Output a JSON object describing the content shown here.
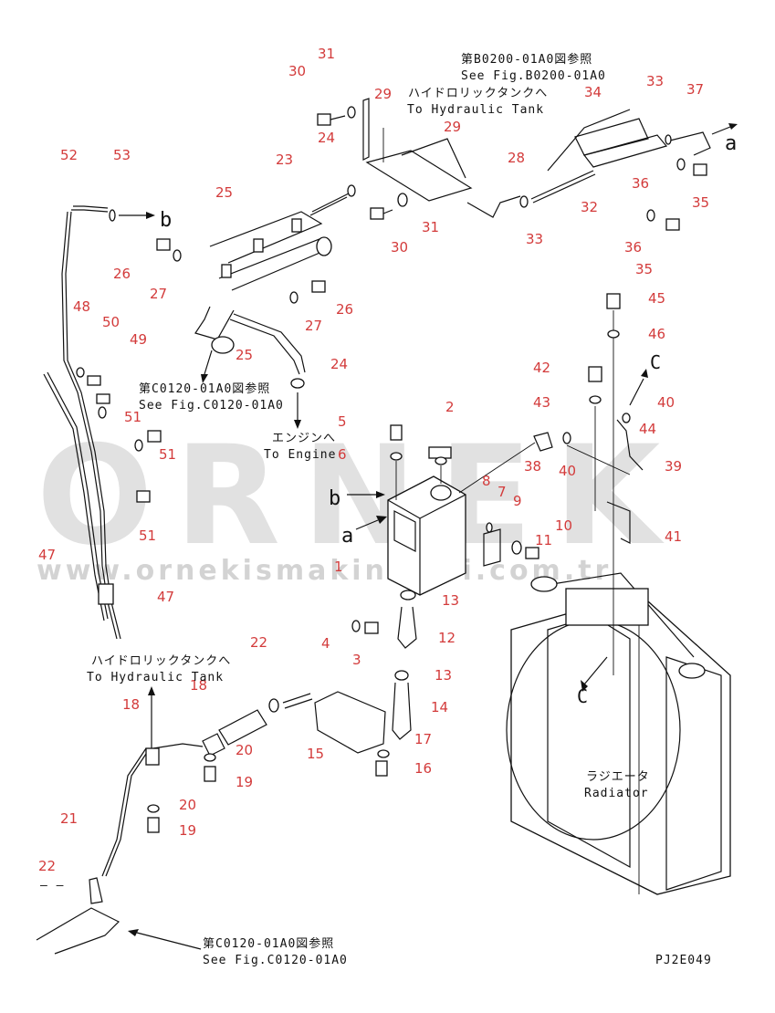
{
  "watermark": {
    "brand": "ORNEK",
    "url": "www.ornekismakinalari.com.tr"
  },
  "drawing_code": "PJ2E049",
  "notes": {
    "ref_b0200_jp": "第B0200-01A0図参照",
    "ref_b0200_en": "See Fig.B0200-01A0",
    "to_tank_jp_top": "ハイドロリックタンクへ",
    "to_tank_en_top": "To Hydraulic Tank",
    "ref_c0120_jp_mid": "第C0120-01A0図参照",
    "ref_c0120_en_mid": "See Fig.C0120-01A0",
    "to_engine_jp": "エンジンへ",
    "to_engine_en": "To Engine",
    "to_tank_jp_left": "ハイドロリックタンクへ",
    "to_tank_en_left": "To Hydraulic Tank",
    "radiator_jp": "ラジエータ",
    "radiator_en": "Radiator",
    "ref_c0120_jp_bot": "第C0120-01A0図参照",
    "ref_c0120_en_bot": "See Fig.C0120-01A0"
  },
  "arrow_letters": {
    "a_top": "a",
    "b_left": "b",
    "b_tank": "b",
    "a_tank": "a",
    "c_right": "C",
    "c_radiator": "C",
    "dash": "– –"
  },
  "part_numbers": [
    "31",
    "30",
    "24",
    "29",
    "29",
    "23",
    "28",
    "34",
    "33",
    "37",
    "25",
    "26",
    "27",
    "36",
    "35",
    "32",
    "33",
    "31",
    "30",
    "36",
    "35",
    "27",
    "26",
    "25",
    "24",
    "52",
    "53",
    "48",
    "50",
    "49",
    "51",
    "51",
    "51",
    "45",
    "46",
    "42",
    "43",
    "40",
    "44",
    "39",
    "40",
    "38",
    "5",
    "6",
    "2",
    "8",
    "7",
    "9",
    "11",
    "10",
    "41",
    "1",
    "13",
    "12",
    "4",
    "3",
    "13",
    "14",
    "22",
    "18",
    "18",
    "20",
    "19",
    "20",
    "19",
    "21",
    "22",
    "15",
    "17",
    "16",
    "47",
    "47"
  ]
}
